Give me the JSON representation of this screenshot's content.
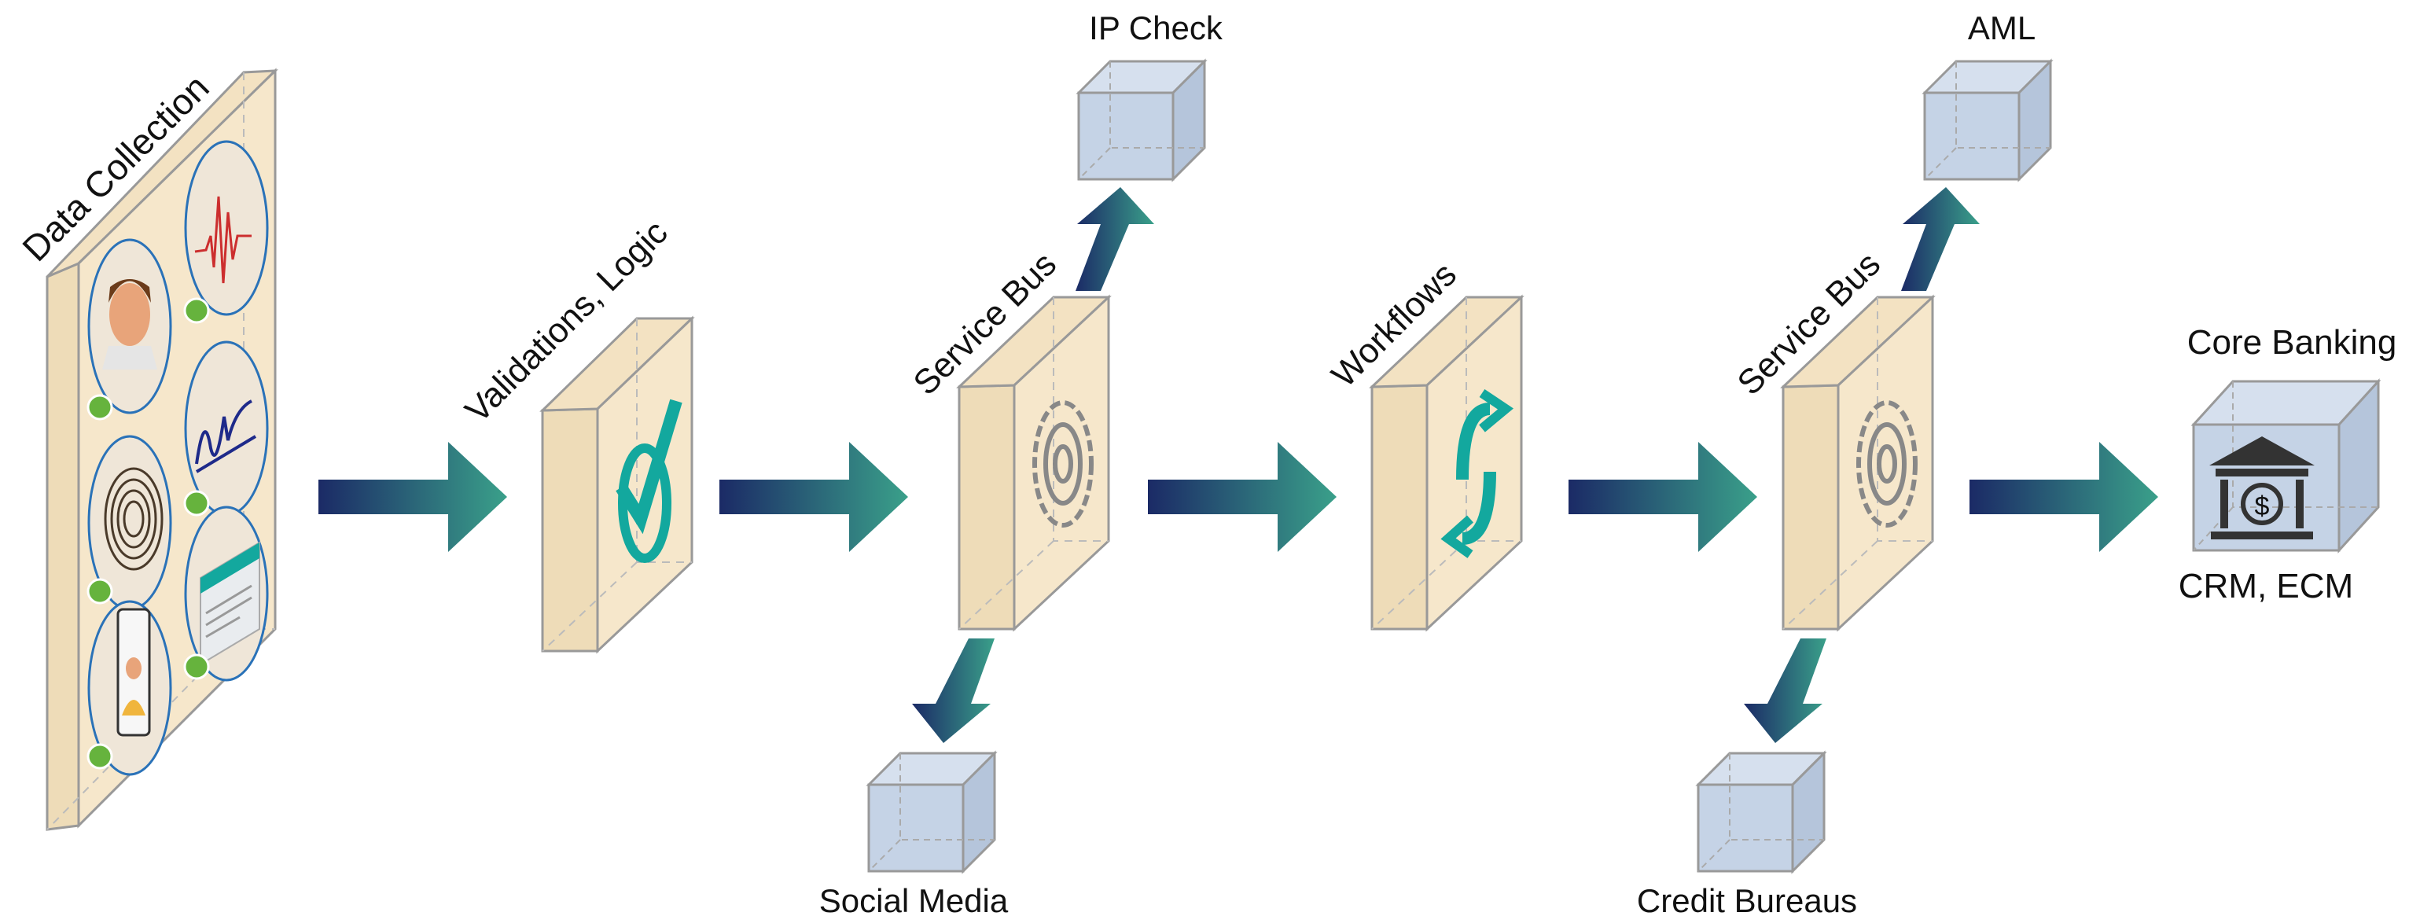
{
  "stages": {
    "data_collection": "Data Collection",
    "validations": "Validations, Logic",
    "service_bus_1": "Service Bus",
    "workflows": "Workflows",
    "service_bus_2": "Service Bus",
    "core_banking": "Core Banking",
    "crm_ecm": "CRM, ECM"
  },
  "endpoints": {
    "ip_check": "IP Check",
    "social_media": "Social Media",
    "aml": "AML",
    "credit_bureaus": "Credit Bureaus"
  },
  "icons": [
    "face-photo-icon",
    "waveform-icon",
    "fingerprint-icon",
    "signature-icon",
    "selfie-phone-icon",
    "id-document-icon",
    "checkmark-icon",
    "gear-icon",
    "refresh-icon",
    "bank-icon"
  ],
  "colors": {
    "panel_face": "#f6e7cb",
    "panel_edge": "#999999",
    "cube_face": "#c5d3e6",
    "arrow_start": "#1b2a66",
    "arrow_end": "#3aa08a",
    "accent_teal": "#13a89e",
    "check_green": "#66b33d"
  }
}
